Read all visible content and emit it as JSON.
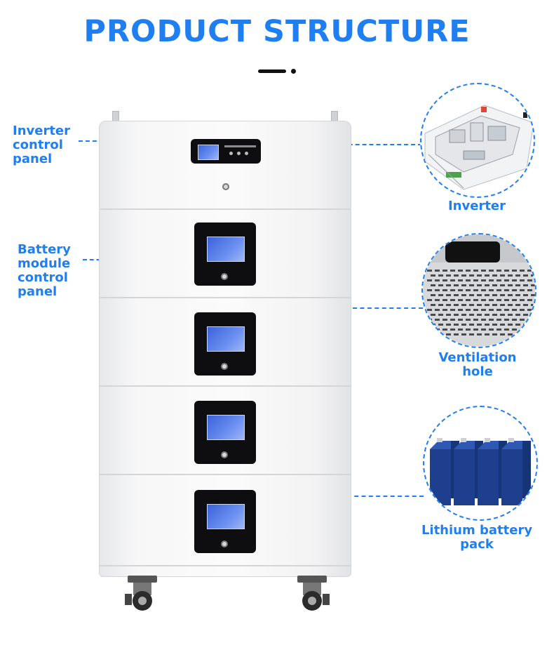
{
  "title": "PRODUCT STRUCTURE",
  "labels": {
    "inverter_control_panel": [
      "Inverter",
      "control",
      "panel"
    ],
    "battery_module_control_panel": [
      "Battery",
      "module",
      "control",
      "panel"
    ],
    "inverter": "Inverter",
    "ventilation_hole": [
      "Ventilation",
      "hole"
    ],
    "lithium_battery_pack": [
      "Lithium battery",
      "pack"
    ]
  },
  "colors": {
    "accent": "#1f7ff0",
    "cabinet": "#f5f5f6",
    "screen_frame": "#0e0e10",
    "lcd": "#4f76e6",
    "battery_cell": "#1d3f8e"
  },
  "icons": {
    "inverter_zoom": "inverter-internals-icon",
    "ventilation_zoom": "ventilation-grille-icon",
    "battery_zoom": "battery-cells-icon"
  }
}
